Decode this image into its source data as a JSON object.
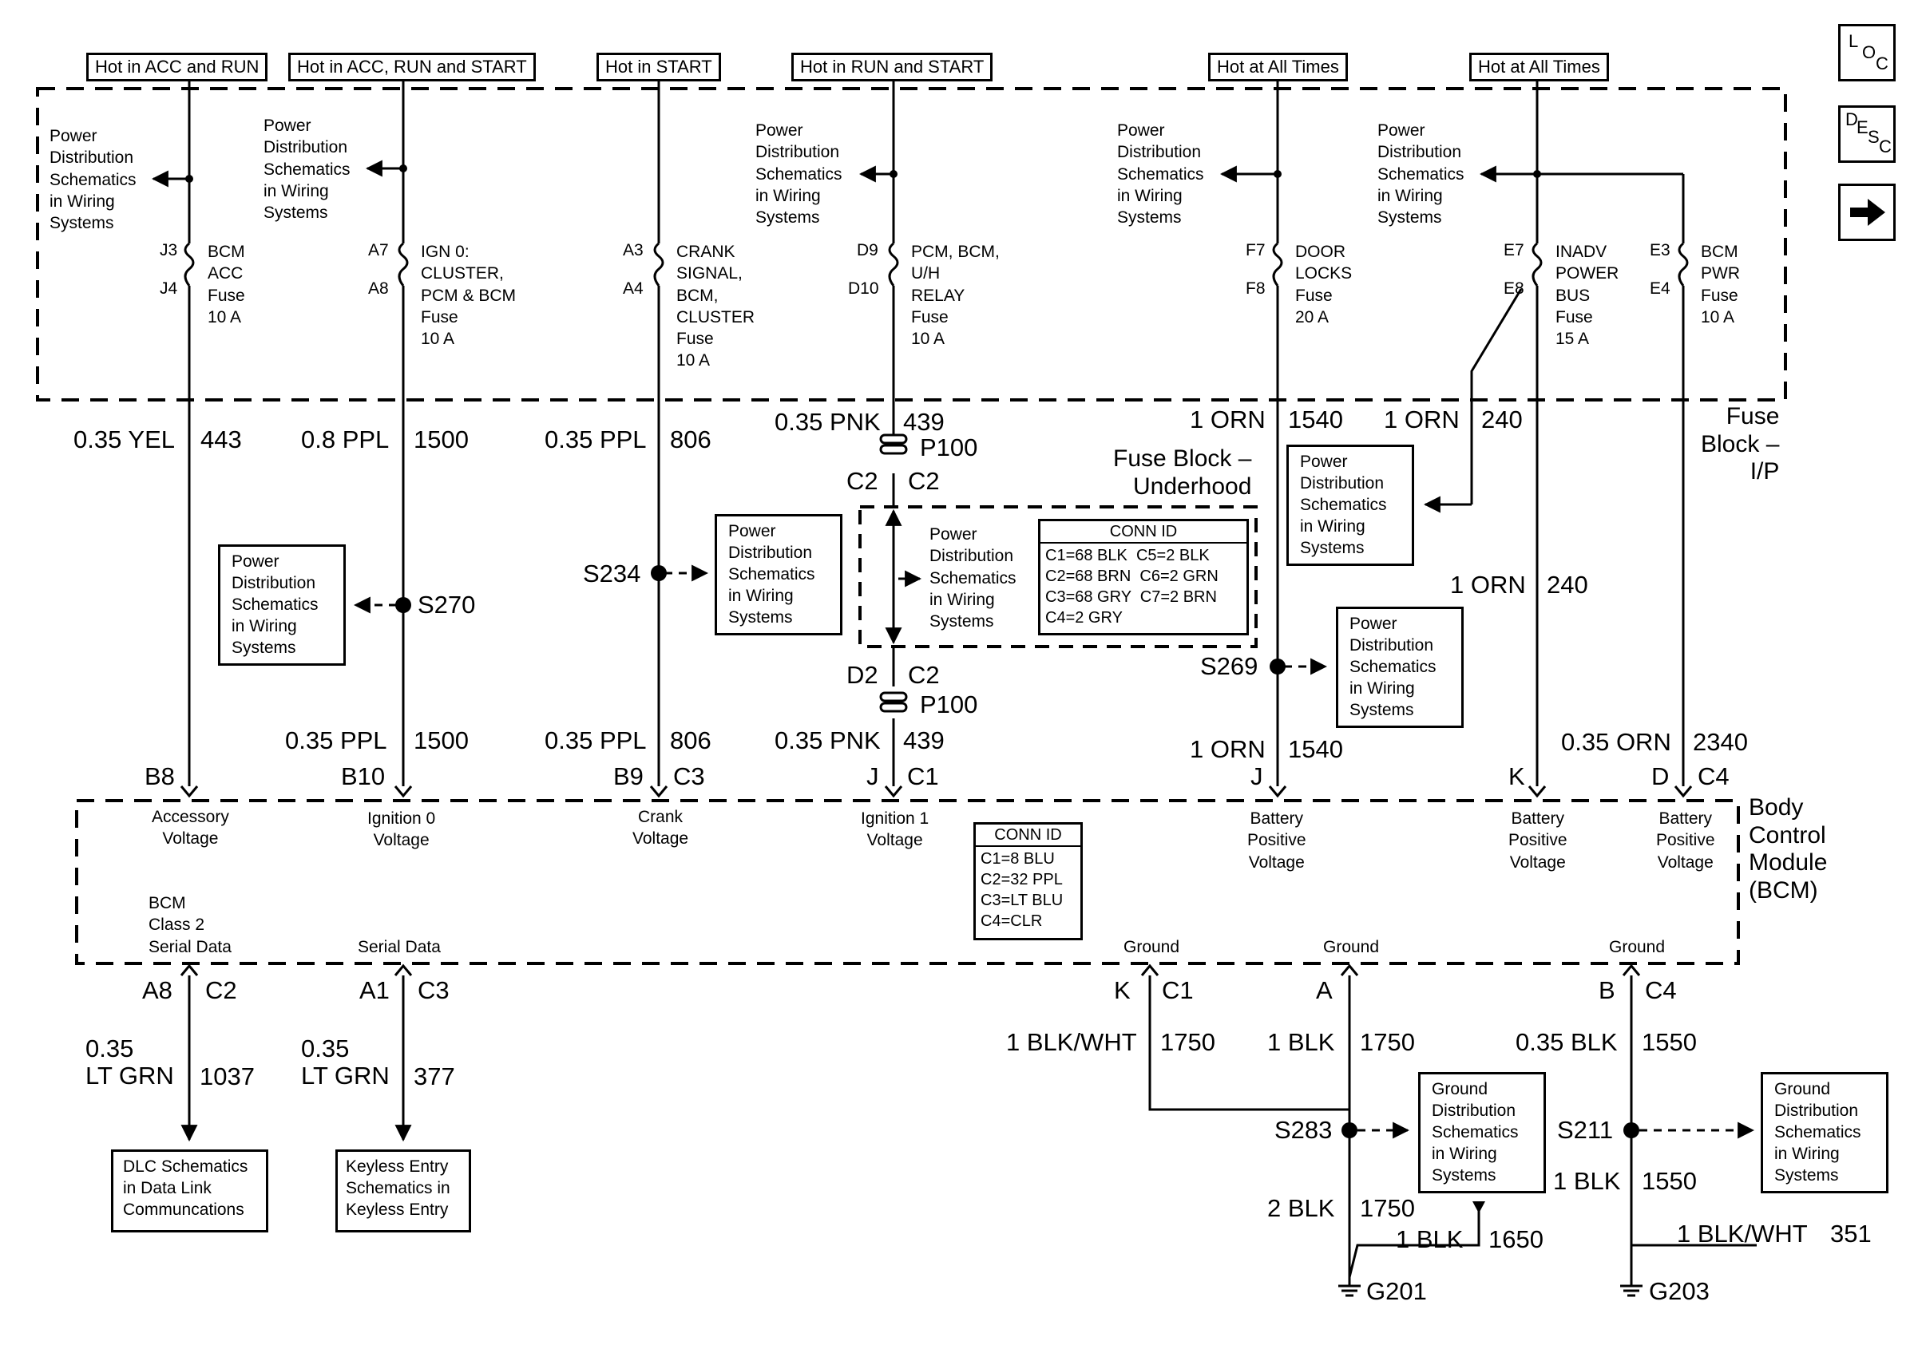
{
  "nav": {
    "loc": {
      "l1": "L",
      "l2": "O",
      "l3": "C"
    },
    "desc": {
      "l1": "D",
      "l2": "E",
      "l3": "S",
      "l4": "C"
    },
    "next_icon": "arrow-right-icon"
  },
  "headers": [
    "Hot in ACC and RUN",
    "Hot in ACC, RUN and START",
    "Hot in START",
    "Hot in RUN and START",
    "Hot at All Times",
    "Hot at All Times"
  ],
  "fuse_block_ip": "Fuse\nBlock –\nI/P",
  "fuse_block_uh": "Fuse Block –\nUnderhood",
  "bcm_title": "Body\nControl\nModule\n(BCM)",
  "pds_text": "Power\nDistribution\nSchematics\nin Wiring\nSystems",
  "gds_text": "Ground\nDistribution\nSchematics\nin Wiring\nSystems",
  "fuses": [
    {
      "top": "J3",
      "bot": "J4",
      "name": "BCM\nACC\nFuse\n10 A"
    },
    {
      "top": "A7",
      "bot": "A8",
      "name": "IGN 0:\nCLUSTER,\nPCM & BCM\nFuse\n10 A"
    },
    {
      "top": "A3",
      "bot": "A4",
      "name": "CRANK\nSIGNAL,\nBCM,\nCLUSTER\nFuse\n10 A"
    },
    {
      "top": "D9",
      "bot": "D10",
      "name": "PCM, BCM,\nU/H\nRELAY\nFuse\n10 A"
    },
    {
      "top": "F7",
      "bot": "F8",
      "name": "DOOR\nLOCKS\nFuse\n20 A"
    },
    {
      "top": "E7",
      "bot": "E8",
      "name": "INADV\nPOWER\nBUS\nFuse\n15 A"
    },
    {
      "top": "E3",
      "bot": "E4",
      "name": "BCM\nPWR\nFuse\n10 A"
    }
  ],
  "wires": {
    "w443": {
      "gauge": "0.35 YEL",
      "circuit": "443"
    },
    "w1500a": {
      "gauge": "0.8 PPL",
      "circuit": "1500"
    },
    "w806a": {
      "gauge": "0.35 PPL",
      "circuit": "806"
    },
    "w439a": {
      "gauge": "0.35 PNK",
      "circuit": "439"
    },
    "w1540a": {
      "gauge": "1 ORN",
      "circuit": "1540"
    },
    "w240a": {
      "gauge": "1 ORN",
      "circuit": "240"
    },
    "w240b": {
      "gauge": "1 ORN",
      "circuit": "240"
    },
    "w1500b": {
      "gauge": "0.35 PPL",
      "circuit": "1500"
    },
    "w806b": {
      "gauge": "0.35 PPL",
      "circuit": "806"
    },
    "w439b": {
      "gauge": "0.35 PNK",
      "circuit": "439"
    },
    "w1540b": {
      "gauge": "1 ORN",
      "circuit": "1540"
    },
    "w2340": {
      "gauge": "0.35 ORN",
      "circuit": "2340"
    },
    "w1037": {
      "gauge": "0.35\nLT GRN",
      "circuit": "1037"
    },
    "w377": {
      "gauge": "0.35\nLT GRN",
      "circuit": "377"
    },
    "w1750a": {
      "gauge": "1 BLK/WHT",
      "circuit": "1750"
    },
    "w1750b": {
      "gauge": "1 BLK",
      "circuit": "1750"
    },
    "w1550a": {
      "gauge": "0.35 BLK",
      "circuit": "1550"
    },
    "w1750c": {
      "gauge": "2 BLK",
      "circuit": "1750"
    },
    "w1650": {
      "gauge": "1 BLK",
      "circuit": "1650"
    },
    "w1550b": {
      "gauge": "1 BLK",
      "circuit": "1550"
    },
    "w351": {
      "gauge": "1 BLK/WHT",
      "circuit": "351"
    }
  },
  "splices": {
    "s234": "S234",
    "s270": "S270",
    "s269": "S269",
    "s283": "S283",
    "s211": "S211"
  },
  "p100": {
    "conn": "P100",
    "top_left": "C2",
    "top_right": "C2",
    "bot_left": "D2",
    "bot_right": "C2"
  },
  "uh_conn_id": {
    "title": "CONN ID",
    "rows": [
      "C1=68 BLK  C5=2 BLK",
      "C2=68 BRN  C6=2 GRN",
      "C3=68 GRY  C7=2 BRN",
      "C4=2 GRY"
    ]
  },
  "bcm_conn_id": {
    "title": "CONN ID",
    "rows": [
      "C1=8 BLU",
      "C2=32 PPL",
      "C3=LT BLU",
      "C4=CLR"
    ]
  },
  "bcm_pins_top": [
    {
      "pin": "B8",
      "conn": "",
      "label": "Accessory\nVoltage"
    },
    {
      "pin": "B10",
      "conn": "",
      "label": "Ignition 0\nVoltage"
    },
    {
      "pin": "B9",
      "conn": "C3",
      "label": "Crank\nVoltage"
    },
    {
      "pin": "J",
      "conn": "C1",
      "label": "Ignition 1\nVoltage"
    },
    {
      "pin": "J",
      "conn": "",
      "label": "Battery\nPositive\nVoltage"
    },
    {
      "pin": "K",
      "conn": "",
      "label": "Battery\nPositive\nVoltage"
    },
    {
      "pin": "D",
      "conn": "C4",
      "label": "Battery\nPositive\nVoltage"
    }
  ],
  "bcm_pins_bottom": [
    {
      "pin": "A8",
      "conn": "C2",
      "label": "BCM\nClass 2\nSerial Data"
    },
    {
      "pin": "A1",
      "conn": "C3",
      "label": "Serial Data"
    },
    {
      "pin": "K",
      "conn": "C1",
      "label": "Ground"
    },
    {
      "pin": "A",
      "conn": "",
      "label": "Ground"
    },
    {
      "pin": "B",
      "conn": "C4",
      "label": "Ground"
    }
  ],
  "destinations": {
    "dlc": "DLC Schematics\nin Data Link\nCommuncations",
    "keyless": "Keyless Entry\nSchematics in\nKeyless Entry"
  },
  "grounds": {
    "g201": "G201",
    "g203": "G203"
  }
}
